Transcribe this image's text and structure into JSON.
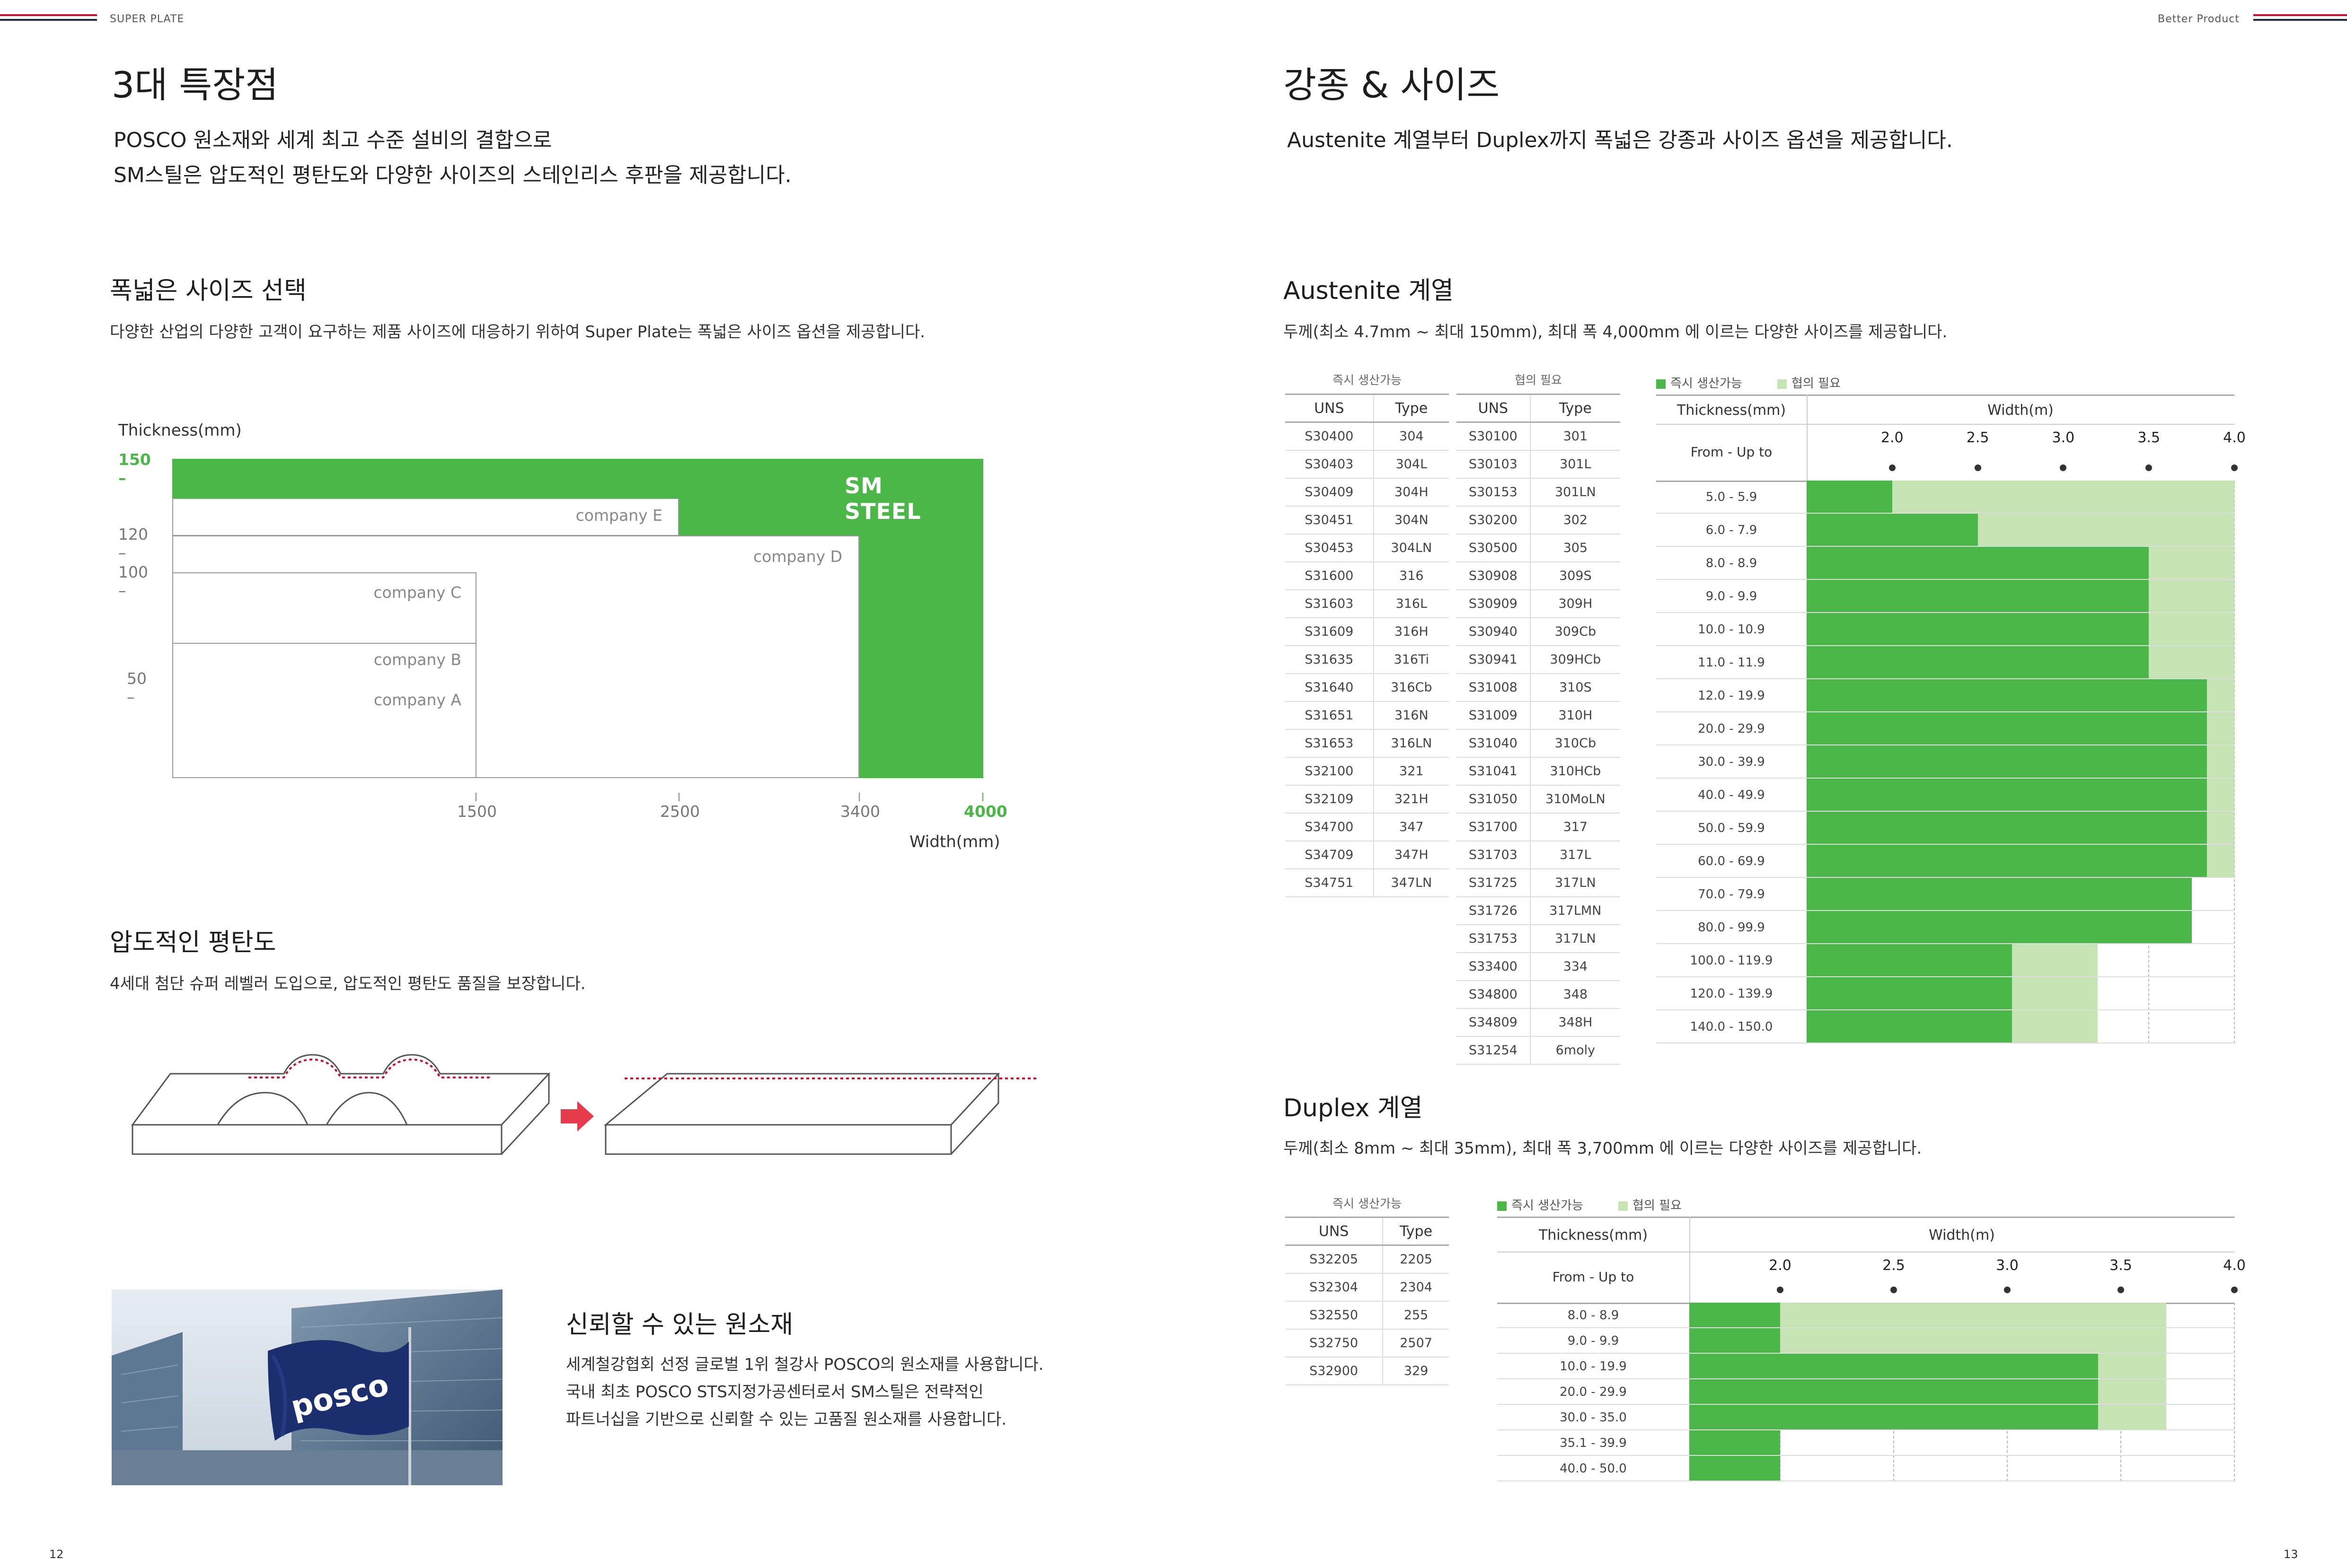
{
  "header": {
    "left_label": "SUPER PLATE",
    "right_label": "Better Product",
    "page_left": "12",
    "page_right": "13"
  },
  "colors": {
    "accent_red": "#c8102e",
    "dark_green": "#4cb749",
    "light_green": "#c5e3b3",
    "navy": "#1e2a44"
  },
  "left": {
    "title": "3대 특장점",
    "lead_1": "POSCO 원소재와 세계 최고 수준 설비의 결합으로",
    "lead_2": "SM스틸은 압도적인 평탄도와 다양한 사이즈의 스테인리스 후판을 제공합니다.",
    "size": {
      "title": "폭넓은 사이즈 선택",
      "desc": "다양한 산업의 다양한 고객이 요구하는 제품 사이즈에 대응하기 위하여 Super Plate는 폭넓은 사이즈 옵션을 제공합니다.",
      "y_axis_label": "Thickness(mm)",
      "x_axis_label": "Width(mm)",
      "brand_logo": "SM STEEL",
      "y_ticks": [
        "150 –",
        "120 –",
        "100 –",
        "50 –"
      ],
      "x_ticks": [
        "1500",
        "2500",
        "3400",
        "4000"
      ],
      "companies": [
        "company E",
        "company D",
        "company C",
        "company B",
        "company A"
      ]
    },
    "flatness": {
      "title": "압도적인 평탄도",
      "desc": "4세대 첨단 슈퍼 레벨러 도입으로, 압도적인 평탄도 품질을 보장합니다."
    },
    "trust": {
      "title": "신뢰할 수 있는 원소재",
      "line_1": "세계철강협회 선정 글로벌 1위 철강사 POSCO의 원소재를 사용합니다.",
      "line_2": "국내 최초 POSCO STS지정가공센터로서 SM스틸은 전략적인",
      "line_3": "파트너십을 기반으로 신뢰할 수 있는 고품질 원소재를 사용합니다.",
      "flag_text": "posco"
    }
  },
  "right": {
    "title": "강종 & 사이즈",
    "lead": "Austenite 계열부터 Duplex까지 폭넓은 강종과 사이즈 옵션을 제공합니다.",
    "austenite": {
      "title": "Austenite 계열",
      "desc": "두께(최소 4.7mm ~ 최대 150mm), 최대 폭 4,000mm 에 이르는 다양한 사이즈를 제공합니다.",
      "cap_avail": "즉시 생산가능",
      "cap_neg": "협의 필요",
      "col_uns": "UNS",
      "col_type": "Type",
      "avail": [
        [
          "S30400",
          "304"
        ],
        [
          "S30403",
          "304L"
        ],
        [
          "S30409",
          "304H"
        ],
        [
          "S30451",
          "304N"
        ],
        [
          "S30453",
          "304LN"
        ],
        [
          "S31600",
          "316"
        ],
        [
          "S31603",
          "316L"
        ],
        [
          "S31609",
          "316H"
        ],
        [
          "S31635",
          "316Ti"
        ],
        [
          "S31640",
          "316Cb"
        ],
        [
          "S31651",
          "316N"
        ],
        [
          "S31653",
          "316LN"
        ],
        [
          "S32100",
          "321"
        ],
        [
          "S32109",
          "321H"
        ],
        [
          "S34700",
          "347"
        ],
        [
          "S34709",
          "347H"
        ],
        [
          "S34751",
          "347LN"
        ]
      ],
      "negotiable": [
        [
          "S30100",
          "301"
        ],
        [
          "S30103",
          "301L"
        ],
        [
          "S30153",
          "301LN"
        ],
        [
          "S30200",
          "302"
        ],
        [
          "S30500",
          "305"
        ],
        [
          "S30908",
          "309S"
        ],
        [
          "S30909",
          "309H"
        ],
        [
          "S30940",
          "309Cb"
        ],
        [
          "S30941",
          "309HCb"
        ],
        [
          "S31008",
          "310S"
        ],
        [
          "S31009",
          "310H"
        ],
        [
          "S31040",
          "310Cb"
        ],
        [
          "S31041",
          "310HCb"
        ],
        [
          "S31050",
          "310MoLN"
        ],
        [
          "S31700",
          "317"
        ],
        [
          "S31703",
          "317L"
        ],
        [
          "S31725",
          "317LN"
        ],
        [
          "S31726",
          "317LMN"
        ],
        [
          "S31753",
          "317LN"
        ],
        [
          "S33400",
          "334"
        ],
        [
          "S34800",
          "348"
        ],
        [
          "S34809",
          "348H"
        ],
        [
          "S31254",
          "6moly"
        ]
      ],
      "legend_avail": "즉시 생산가능",
      "legend_neg": "협의 필요",
      "thk_head": "Thickness(mm)",
      "width_head": "Width(m)",
      "from_upto": "From - Up to",
      "width_ticks": [
        "2.0",
        "2.5",
        "3.0",
        "3.5",
        "4.0"
      ],
      "rows": [
        {
          "range": "5.0 - 5.9",
          "avail": 2.0,
          "neg": 4.0
        },
        {
          "range": "6.0 - 7.9",
          "avail": 2.5,
          "neg": 4.0
        },
        {
          "range": "8.0 - 8.9",
          "avail": 3.5,
          "neg": 4.0
        },
        {
          "range": "9.0 - 9.9",
          "avail": 3.5,
          "neg": 4.0
        },
        {
          "range": "10.0 - 10.9",
          "avail": 3.5,
          "neg": 4.0
        },
        {
          "range": "11.0 - 11.9",
          "avail": 3.5,
          "neg": 4.0
        },
        {
          "range": "12.0 - 19.9",
          "avail": 3.84,
          "neg": 4.0
        },
        {
          "range": "20.0 - 29.9",
          "avail": 3.84,
          "neg": 4.0
        },
        {
          "range": "30.0 - 39.9",
          "avail": 3.84,
          "neg": 4.0
        },
        {
          "range": "40.0 - 49.9",
          "avail": 3.84,
          "neg": 4.0
        },
        {
          "range": "50.0 - 59.9",
          "avail": 3.84,
          "neg": 4.0
        },
        {
          "range": "60.0 - 69.9",
          "avail": 3.84,
          "neg": 4.0
        },
        {
          "range": "70.0 - 79.9",
          "avail": 3.75,
          "neg": 3.75
        },
        {
          "range": "80.0 - 99.9",
          "avail": 3.75,
          "neg": 3.75
        },
        {
          "range": "100.0 - 119.9",
          "avail": 2.7,
          "neg": 3.2
        },
        {
          "range": "120.0 - 139.9",
          "avail": 2.7,
          "neg": 3.2
        },
        {
          "range": "140.0 - 150.0",
          "avail": 2.7,
          "neg": 3.2
        }
      ]
    },
    "duplex": {
      "title": "Duplex 계열",
      "desc": "두께(최소 8mm ~ 최대 35mm), 최대 폭 3,700mm 에 이르는 다양한 사이즈를 제공합니다.",
      "cap_avail": "즉시 생산가능",
      "col_uns": "UNS",
      "col_type": "Type",
      "avail": [
        [
          "S32205",
          "2205"
        ],
        [
          "S32304",
          "2304"
        ],
        [
          "S32550",
          "255"
        ],
        [
          "S32750",
          "2507"
        ],
        [
          "S32900",
          "329"
        ]
      ],
      "legend_avail": "즉시 생산가능",
      "legend_neg": "협의 필요",
      "thk_head": "Thickness(mm)",
      "width_head": "Width(m)",
      "from_upto": "From - Up to",
      "width_ticks": [
        "2.0",
        "2.5",
        "3.0",
        "3.5",
        "4.0"
      ],
      "rows": [
        {
          "range": "8.0 - 8.9",
          "avail": 2.0,
          "neg": 3.7
        },
        {
          "range": "9.0 - 9.9",
          "avail": 2.0,
          "neg": 3.7
        },
        {
          "range": "10.0 - 19.9",
          "avail": 3.4,
          "neg": 3.7
        },
        {
          "range": "20.0 - 29.9",
          "avail": 3.4,
          "neg": 3.7
        },
        {
          "range": "30.0 - 35.0",
          "avail": 3.4,
          "neg": 3.7
        },
        {
          "range": "35.1 - 39.9",
          "avail": 2.0,
          "neg": 2.0
        },
        {
          "range": "40.0 - 50.0",
          "avail": 2.0,
          "neg": 2.0
        }
      ]
    }
  }
}
